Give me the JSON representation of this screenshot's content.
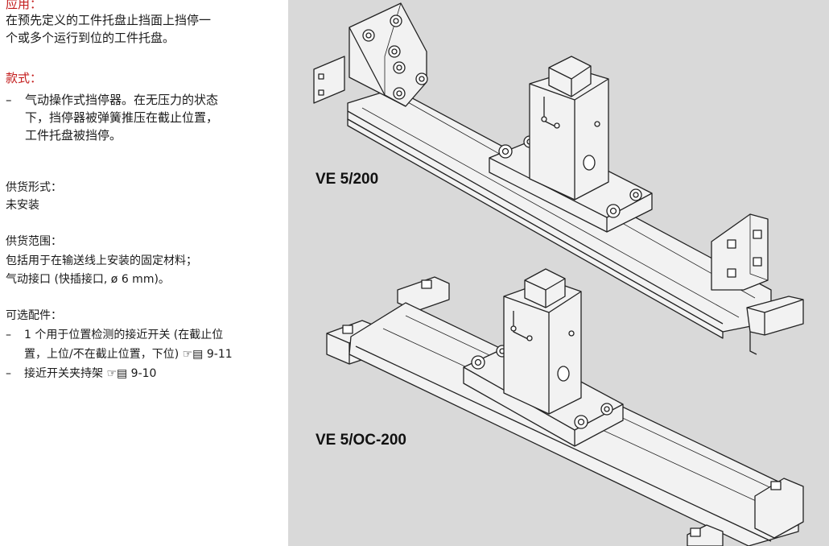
{
  "application": {
    "heading": "应用：",
    "lines": [
      "在预先定义的工件托盘止挡面上挡停一",
      "个或多个运行到位的工件托盘。"
    ]
  },
  "version": {
    "heading": "款式：",
    "bullet": "–",
    "lines": [
      "气动操作式挡停器。在无压力的状态",
      "下，挡停器被弹簧推压在截止位置，",
      "工件托盘被挡停。"
    ]
  },
  "delivery_form": {
    "label": "供货形式：",
    "value": "未安装"
  },
  "scope": {
    "label": "供货范围：",
    "lines": [
      "包括用于在输送线上安装的固定材料；",
      "气动接口 (快插接口, ø 6 mm)。"
    ]
  },
  "options": {
    "label": "可选配件：",
    "items": [
      {
        "bullet": "–",
        "lines": [
          "1 个用于位置检测的接近开关 (在截止位",
          "置，上位/不在截止位置，下位) ☞▤ 9-11"
        ]
      },
      {
        "bullet": "–",
        "lines": [
          "接近开关夹持架 ☞▤ 9-10"
        ]
      }
    ]
  },
  "figures": [
    {
      "caption": "VE 5/200"
    },
    {
      "caption": "VE 5/OC-200"
    }
  ],
  "colors": {
    "heading": "#c31b1b",
    "panel": "#d9d9d9",
    "drawing_fill": "#f2f2f2",
    "drawing_stroke": "#222222"
  },
  "icons": [
    "page-reference-icon"
  ]
}
